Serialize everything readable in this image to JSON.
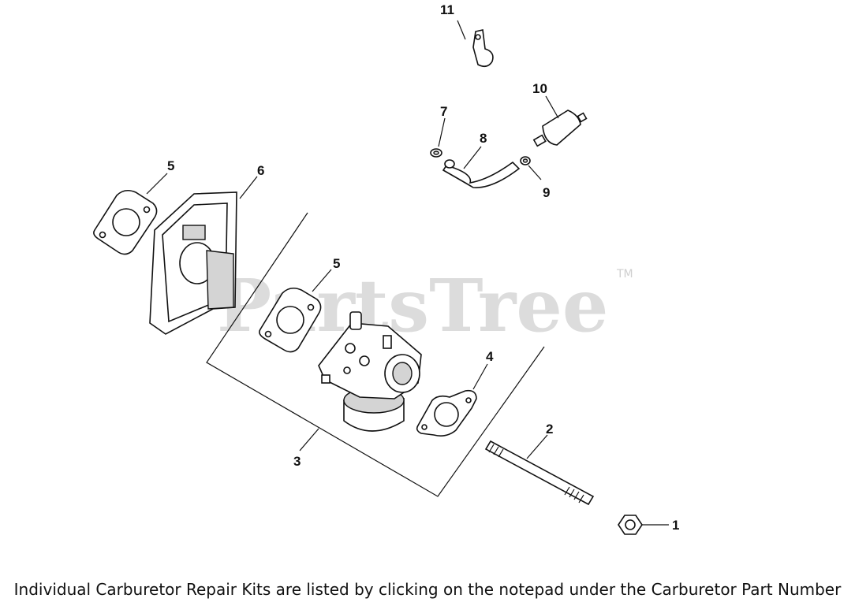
{
  "watermark": {
    "brand": "PartsTree",
    "trademark": "TM"
  },
  "callouts": [
    {
      "id": "1",
      "label": "1"
    },
    {
      "id": "2",
      "label": "2"
    },
    {
      "id": "3",
      "label": "3"
    },
    {
      "id": "4",
      "label": "4"
    },
    {
      "id": "5a",
      "label": "5"
    },
    {
      "id": "5b",
      "label": "5"
    },
    {
      "id": "6",
      "label": "6"
    },
    {
      "id": "7",
      "label": "7"
    },
    {
      "id": "8",
      "label": "8"
    },
    {
      "id": "9",
      "label": "9"
    },
    {
      "id": "10",
      "label": "10"
    },
    {
      "id": "11",
      "label": "11"
    }
  ],
  "footer": {
    "note": "Individual Carburetor Repair Kits are listed by clicking on the notepad under the Carburetor Part Number"
  }
}
